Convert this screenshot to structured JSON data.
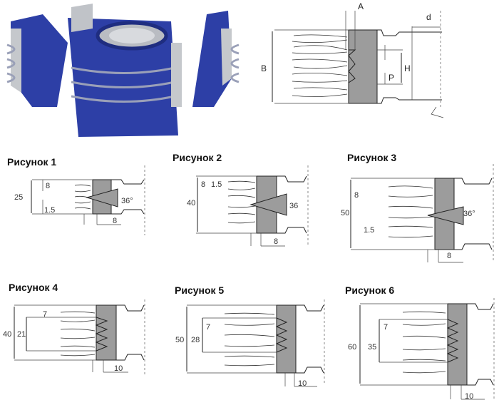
{
  "photo": {
    "subject": "cutter-photo",
    "body_color": "#2d3fa6",
    "steel_color": "#b9bcc2"
  },
  "main_diagram": {
    "labels": {
      "A": "A",
      "d": "d",
      "B": "B",
      "H": "H",
      "P": "P"
    }
  },
  "figures": [
    {
      "title": "Рисунок 1",
      "dims": [
        "25",
        "8",
        "1.5",
        "36°",
        "8"
      ]
    },
    {
      "title": "Рисунок 2",
      "dims": [
        "40",
        "8",
        "1.5",
        "36",
        "8"
      ]
    },
    {
      "title": "Рисунок 3",
      "dims": [
        "50",
        "8",
        "1.5",
        "36°",
        "8"
      ]
    },
    {
      "title": "Рисунок 4",
      "dims": [
        "40",
        "21",
        "7",
        "10"
      ]
    },
    {
      "title": "Рисунок 5",
      "dims": [
        "50",
        "28",
        "7",
        "10"
      ]
    },
    {
      "title": "Рисунок 6",
      "dims": [
        "60",
        "35",
        "7",
        "10"
      ]
    }
  ],
  "colors": {
    "cutter_grey": "#9c9c9c",
    "blue": "#2d3fa6"
  }
}
